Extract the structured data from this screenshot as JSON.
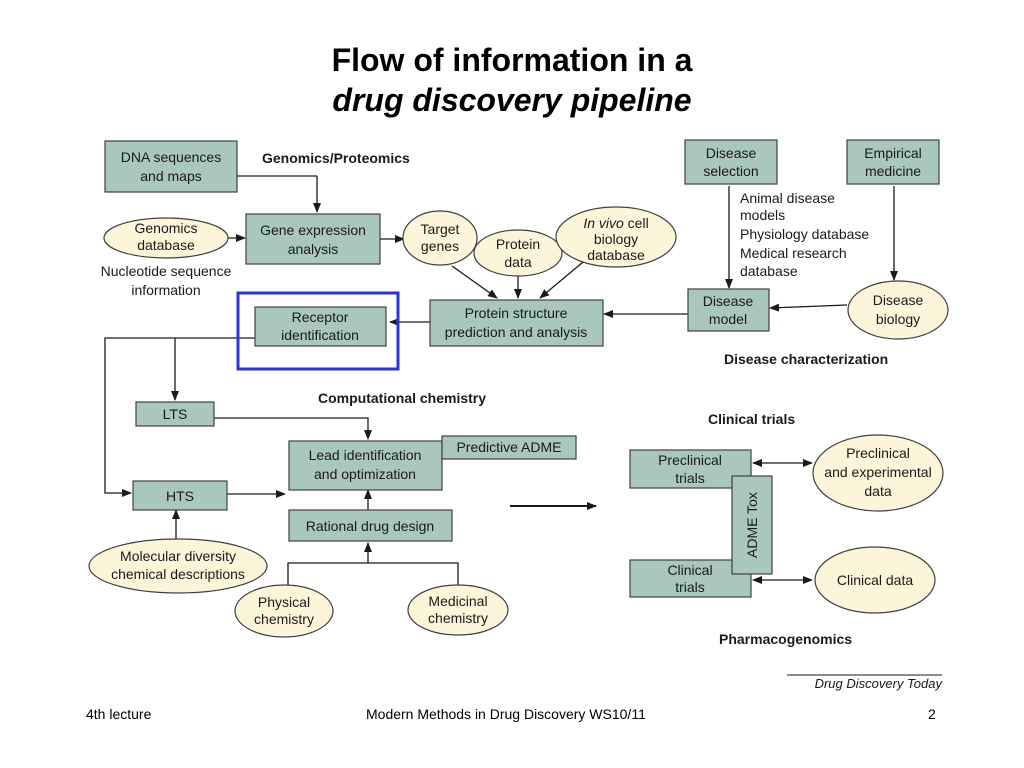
{
  "slide": {
    "title_line1": "Flow of information in a",
    "title_line2": "drug discovery pipeline"
  },
  "colors": {
    "box_fill": "#a9c7bd",
    "oval_fill": "#fdf5d9",
    "highlight": "#2b35d6"
  },
  "nodes": {
    "dna": [
      "DNA sequences",
      "and maps"
    ],
    "genomics_db": [
      "Genomics",
      "database"
    ],
    "gene_expr": [
      "Gene expression",
      "analysis"
    ],
    "target": [
      "Target",
      "genes"
    ],
    "protein_data": [
      "Protein",
      "data"
    ],
    "invivo_italic": "In vivo",
    "invivo_rest": "cell",
    "invivo_lines": [
      "biology",
      "database"
    ],
    "disease_sel": [
      "Disease",
      "selection"
    ],
    "empirical": [
      "Empirical",
      "medicine"
    ],
    "animal_list": [
      "Animal disease",
      "models",
      "Physiology database",
      "Medical research",
      "database"
    ],
    "receptor": [
      "Receptor",
      "identification"
    ],
    "protein_struct": [
      "Protein structure",
      "prediction and analysis"
    ],
    "disease_model": [
      "Disease",
      "model"
    ],
    "disease_bio": [
      "Disease",
      "biology"
    ],
    "lts": "LTS",
    "lead": [
      "Lead identification",
      "and optimization"
    ],
    "pred_adme": "Predictive ADME",
    "hts": "HTS",
    "rational": "Rational drug design",
    "mol_div": [
      "Molecular diversity",
      "chemical descriptions"
    ],
    "phys_chem": [
      "Physical",
      "chemistry"
    ],
    "med_chem": [
      "Medicinal",
      "chemistry"
    ],
    "preclinical_trials": [
      "Preclinical",
      "trials"
    ],
    "clinical_trials": [
      "Clinical",
      "trials"
    ],
    "adme_tox": "ADME Tox",
    "preclinical_data": [
      "Preclinical",
      "and experimental",
      "data"
    ],
    "clinical_data": "Clinical data"
  },
  "sections": {
    "genomics": "Genomics/Proteomics",
    "nucleotide": [
      "Nucleotide sequence",
      "information"
    ],
    "disease_char": "Disease characterization",
    "comp_chem": "Computational chemistry",
    "clinical": "Clinical trials",
    "pharmaco": "Pharmacogenomics"
  },
  "credit": "Drug Discovery Today",
  "footer": {
    "left": "4th lecture",
    "center": "Modern Methods in Drug Discovery WS10/11",
    "page": "2"
  }
}
